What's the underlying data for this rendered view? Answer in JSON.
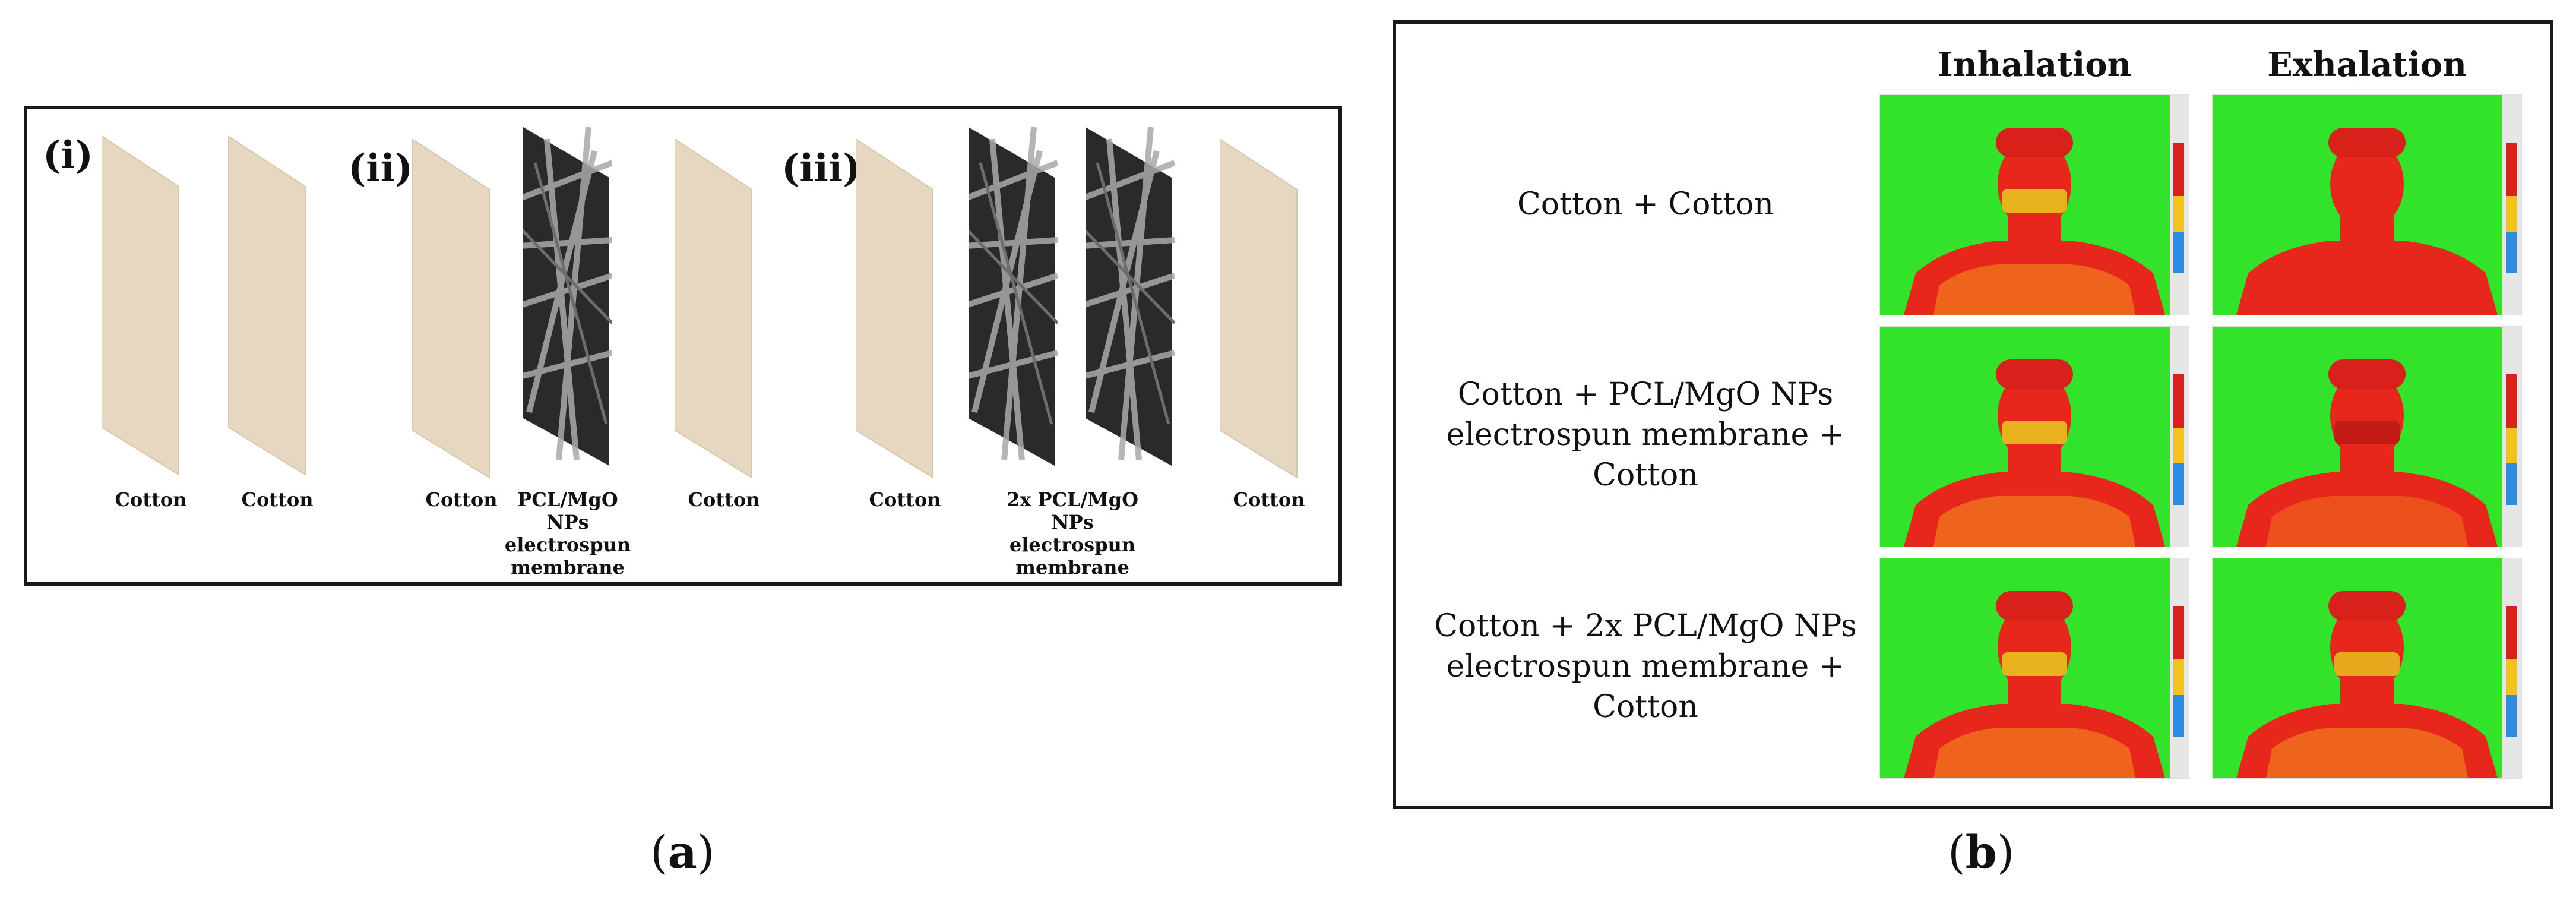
{
  "panel_a": {
    "caption_letter": "a",
    "configs": [
      {
        "numeral": "(i)",
        "layers": [
          {
            "kind": "cotton",
            "label": "Cotton"
          },
          {
            "kind": "cotton",
            "label": "Cotton"
          }
        ]
      },
      {
        "numeral": "(ii)",
        "layers": [
          {
            "kind": "cotton",
            "label": "Cotton"
          },
          {
            "kind": "membrane",
            "label": "PCL/MgO NPs electrospun membrane"
          },
          {
            "kind": "cotton",
            "label": "Cotton"
          }
        ]
      },
      {
        "numeral": "(iii)",
        "layers": [
          {
            "kind": "cotton",
            "label": "Cotton"
          },
          {
            "kind": "membrane",
            "label": "2x PCL/MgO NPs electrospun membrane"
          },
          {
            "kind": "membrane",
            "label": ""
          },
          {
            "kind": "cotton",
            "label": "Cotton"
          }
        ]
      }
    ]
  },
  "panel_b": {
    "caption_letter": "b",
    "columns": [
      "Inhalation",
      "Exhalation"
    ],
    "rows": [
      {
        "label": "Cotton + Cotton"
      },
      {
        "label": "Cotton + PCL/MgO NPs electrospun membrane + Cotton"
      },
      {
        "label": "Cotton + 2x PCL/MgO NPs electrospun membrane + Cotton"
      }
    ]
  },
  "colors": {
    "cotton": "#e6d8c0",
    "membrane": "#2a2a2a",
    "thermal_background": "#33e22a",
    "thermal_hot": "#e8271c"
  }
}
